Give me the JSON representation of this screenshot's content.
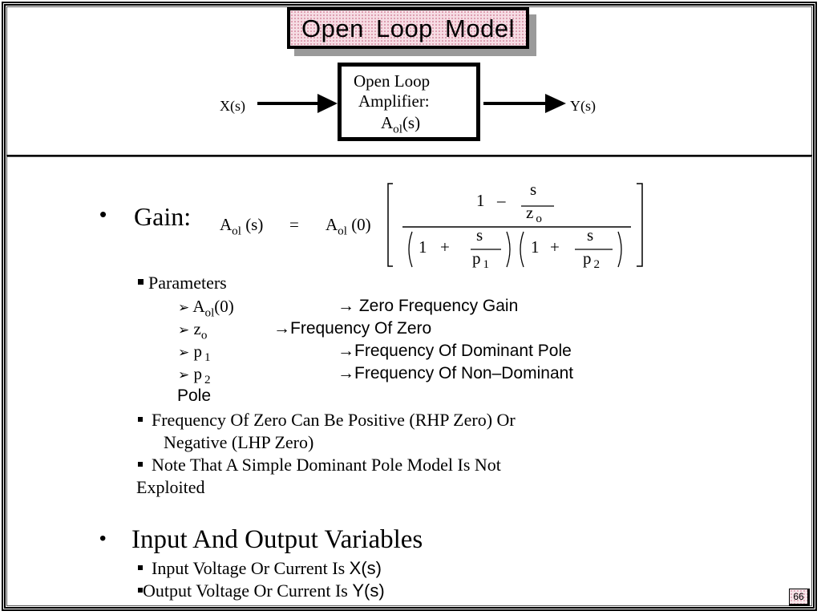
{
  "slide": {
    "title": "Open  Loop  Model",
    "page_number": "66",
    "accent_color": "#f6dde4"
  },
  "diagram": {
    "input_label": "X(s)",
    "output_label": "Y(s)",
    "block": {
      "line1": "Open Loop",
      "line2": "Amplifier:",
      "symbol_base": "A",
      "symbol_sub": "ol",
      "symbol_arg": "(s)"
    }
  },
  "gain": {
    "bullet": "•",
    "label": "Gain:",
    "lhs_base": "A",
    "lhs_sub": "ol",
    "lhs_arg": "(s)",
    "equals": "=",
    "rhs_base": "A",
    "rhs_sub": "ol",
    "rhs_arg": "(0)",
    "numerator": {
      "one": "1",
      "op": "–",
      "frac_num": "s",
      "frac_den_base": "z",
      "frac_den_sub": "o"
    },
    "denominator": {
      "factor1": {
        "one": "1",
        "op": "+",
        "frac_num": "s",
        "frac_den_base": "p",
        "frac_den_sub": "1"
      },
      "factor2": {
        "one": "1",
        "op": "+",
        "frac_num": "s",
        "frac_den_base": "p",
        "frac_den_sub": "2"
      }
    }
  },
  "parameters": {
    "label": "Parameters",
    "items": [
      {
        "sym_base": "A",
        "sym_sub": "ol",
        "sym_arg": "(0)",
        "arrow": "→",
        "desc": " Zero Frequency Gain"
      },
      {
        "sym_base": "z",
        "sym_sub": "o",
        "sym_arg": "",
        "arrow": "→",
        "desc": "Frequency Of Zero"
      },
      {
        "sym_base": "p",
        "sym_sub": "1",
        "sym_arg": "",
        "arrow": "→",
        "desc": "Frequency Of Dominant Pole"
      },
      {
        "sym_base": "p",
        "sym_sub": "2",
        "sym_arg": "",
        "arrow": "→",
        "desc": "Frequency Of Non–Dominant"
      }
    ],
    "wrap_text": "Pole",
    "bullet_glyph": "➢"
  },
  "notes": [
    {
      "line1": "Frequency Of Zero Can Be Positive (RHP Zero) Or",
      "line2": "Negative (LHP Zero)"
    },
    {
      "line1": "Note That A Simple Dominant Pole Model Is Not",
      "line2": "Exploited"
    }
  ],
  "io": {
    "bullet": "•",
    "heading": "Input And Output Variables",
    "items": [
      {
        "text": "Input Voltage Or Current Is ",
        "symbol": "X(s)"
      },
      {
        "text": "Output Voltage Or Current Is ",
        "symbol": "Y(s)"
      }
    ]
  }
}
